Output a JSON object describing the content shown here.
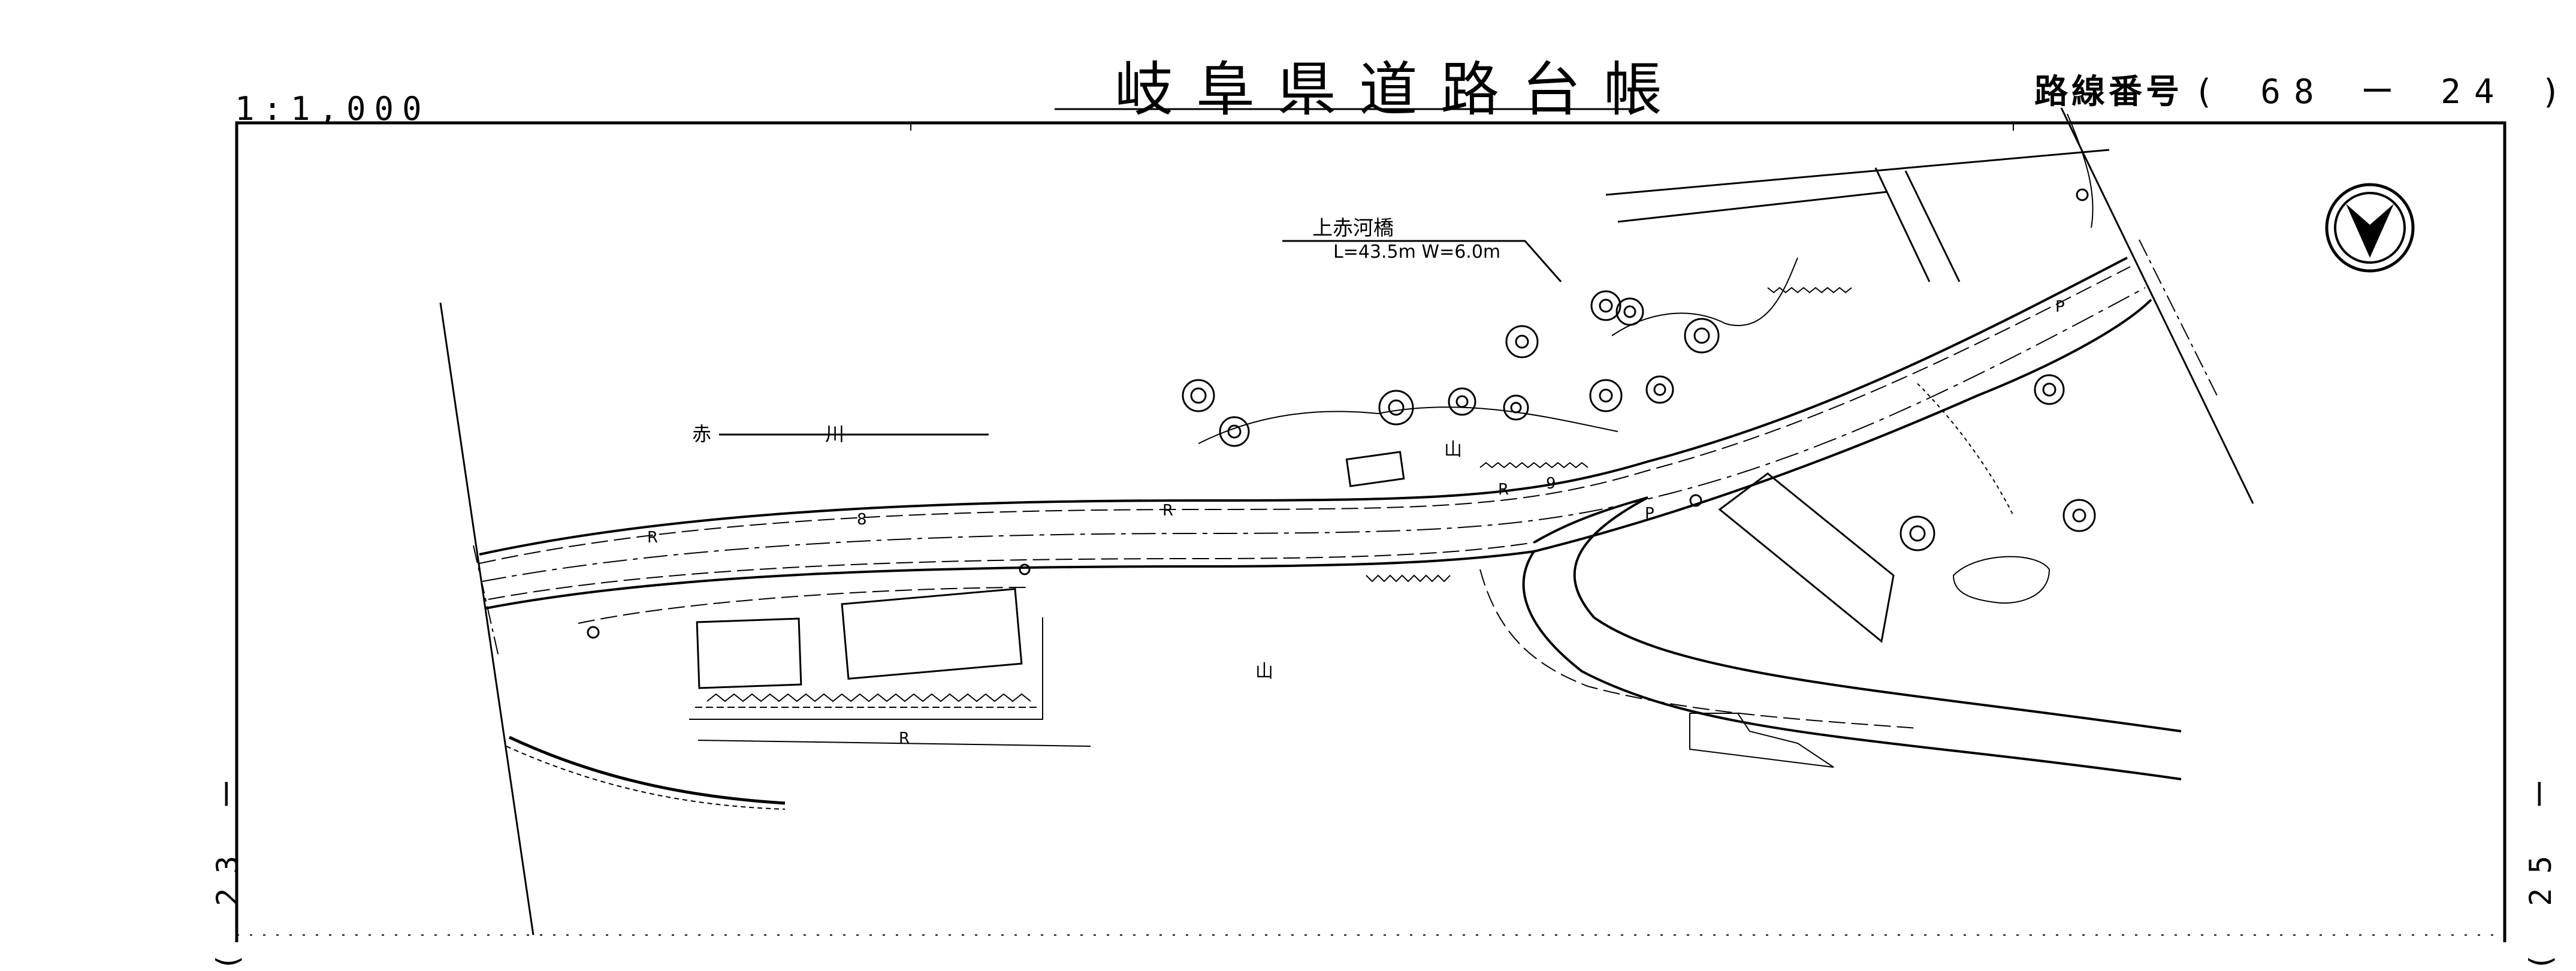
{
  "header": {
    "title": "岐阜県道路台帳",
    "scale": "1:1,000",
    "route_label": "路線番号",
    "route_value": "( 68 ー 24 )"
  },
  "sheet_refs": {
    "left": "( 23 ー",
    "right": "( 25 ー"
  },
  "map": {
    "bridge_name": "上赤河橋",
    "bridge_dims": "L=43.5m W=6.0m",
    "river_label": "赤 川",
    "mountain_symbol": "山",
    "field_symbol": "R",
    "road_markers": [
      "R",
      "8",
      "R",
      "9",
      "P",
      "P",
      "R"
    ],
    "north_arrow": "north-arrow-icon",
    "line_color": "#000000",
    "background": "#ffffff"
  }
}
